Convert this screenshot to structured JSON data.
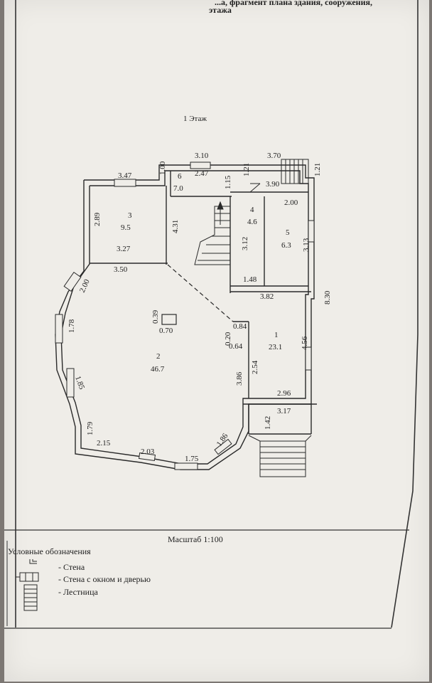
{
  "header": {
    "line1": "...а, фрагмент плана здания, сооружения,",
    "line2": "этажа"
  },
  "floor_title": "1 Этаж",
  "dimensions": {
    "d310": "3.10",
    "d370": "3.70",
    "d347": "3.47",
    "d100": "1.00",
    "d121a": "1.21",
    "d121b": "1.21",
    "d247": "2.47",
    "d115": "1.15",
    "d390": "3.90",
    "d200": "2.00",
    "d289": "2.89",
    "d431": "4.31",
    "d312": "3.12",
    "d313": "3.13",
    "d327": "3.27",
    "d350": "3.50",
    "d148": "1.48",
    "d382": "3.82",
    "d830": "8.30",
    "d200b": "2.00",
    "d039": "0.39",
    "d070": "0.70",
    "d178": "1.78",
    "d020": "0.20",
    "d084": "0.84",
    "d064": "0.64",
    "d456": "4.56",
    "d254": "2.54",
    "d386": "3.86",
    "d185": "1.85",
    "d296": "2.96",
    "d317": "3.17",
    "d142": "1.42",
    "d179": "1.79",
    "d215": "2.15",
    "d203": "2.03",
    "d175": "1.75",
    "d186": "1.86"
  },
  "rooms": [
    {
      "num": "1",
      "area": "23.1"
    },
    {
      "num": "2",
      "area": "46.7"
    },
    {
      "num": "3",
      "area": "9.5"
    },
    {
      "num": "4",
      "area": "4.6"
    },
    {
      "num": "5",
      "area": "6.3"
    },
    {
      "num": "6",
      "area": "7.0"
    }
  ],
  "scale": "Масштаб 1:100",
  "legend": {
    "title": "Условные обозначения",
    "wall": "- Стена",
    "wall_window_door": "- Стена с окном и дверью",
    "stairs": "- Лестница"
  }
}
